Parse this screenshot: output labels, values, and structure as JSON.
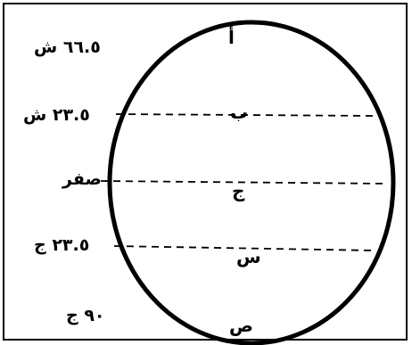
{
  "colors": {
    "stroke": "#000000",
    "background": "#ffffff"
  },
  "latitudes": [
    "٦٦.٥ ش",
    "٢٣.٥ ش",
    "صفر",
    "٢٣.٥ ج",
    "٩٠ ج"
  ],
  "zones": [
    "أ",
    "ب",
    "ج",
    "س",
    "ص"
  ]
}
